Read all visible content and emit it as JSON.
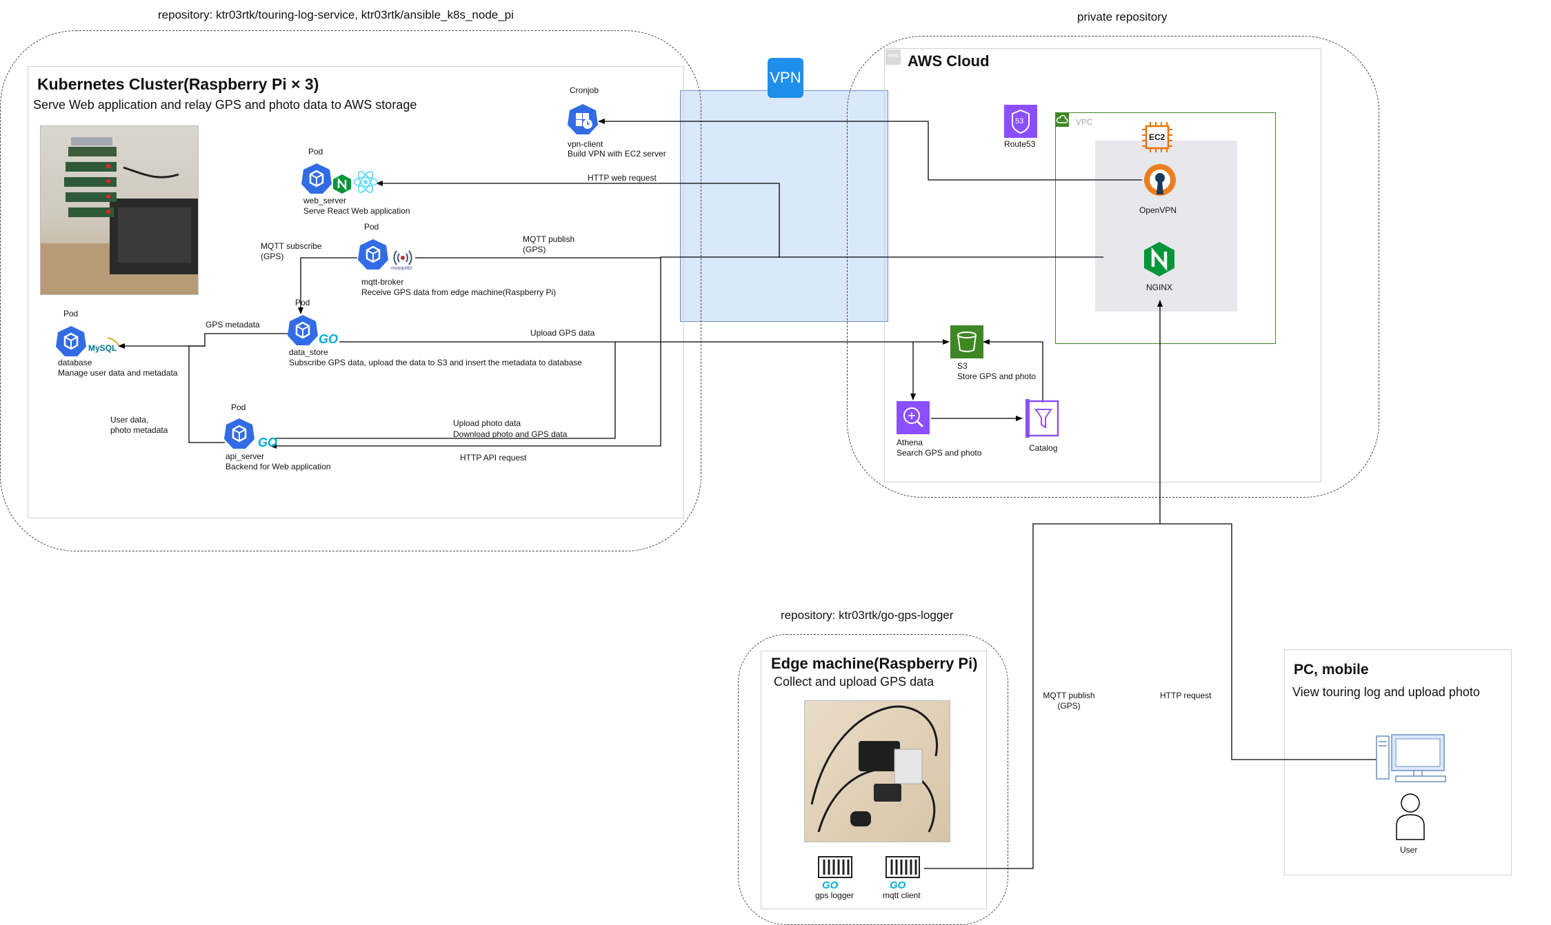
{
  "repos": {
    "k8s": "repository:  ktr03rtk/touring-log-service, ktr03rtk/ansible_k8s_node_pi",
    "aws": "private repository",
    "edge": "repository:  ktr03rtk/go-gps-logger"
  },
  "cluster": {
    "title": "Kubernetes Cluster(Raspberry Pi × 3)",
    "subtitle": "Serve Web application and relay GPS and photo data to AWS storage"
  },
  "vpn": {
    "label": "VPN"
  },
  "nodes": {
    "cronjob": {
      "caption": "Cronjob",
      "name": "vpn-client",
      "desc": "Build VPN with EC2 server"
    },
    "web_server": {
      "caption": "Pod",
      "name": "web_server",
      "desc": "Serve React Web application"
    },
    "mqtt_broker": {
      "caption": "Pod",
      "name": "mqtt-broker",
      "desc": "Receive GPS data from edge machine(Raspberry Pi)",
      "logo": "mosquitto"
    },
    "data_store": {
      "caption": "Pod",
      "name": "data_store",
      "desc": "Subscribe  GPS data, upload the data to S3 and insert the metadata to database"
    },
    "database": {
      "caption": "Pod",
      "name": "database",
      "desc": "Manage user data and metadata",
      "logo": "MySQL"
    },
    "api_server": {
      "caption": "Pod",
      "name": "api_server",
      "desc": "Backend for Web application"
    }
  },
  "go_logo": "GO",
  "edges": {
    "http_web": "HTTP web request",
    "mqtt_sub_1": "MQTT subscribe",
    "mqtt_sub_2": "(GPS)",
    "mqtt_pub_1": "MQTT publish",
    "mqtt_pub_2": "(GPS)",
    "gps_meta": "GPS metadata",
    "upload_gps": "Upload GPS data",
    "user_data_1": "User data,",
    "user_data_2": "photo metadata",
    "upload_photo": "Upload photo data",
    "download_photo": "Download photo and GPS data",
    "http_api": "HTTP API request",
    "mqtt_pub_edge_1": "MQTT publish",
    "mqtt_pub_edge_2": "(GPS)",
    "http_request": "HTTP request"
  },
  "aws": {
    "title": "AWS Cloud",
    "badge": "aws",
    "route53": "Route53",
    "route53_badge": "53",
    "vpc": "VPC",
    "ec2": "EC2",
    "openvpn": "OpenVPN",
    "nginx": "NGINX",
    "s3": "S3",
    "s3_desc": "Store GPS and photo",
    "athena": "Athena",
    "athena_desc": "Search GPS and photo",
    "catalog": "Catalog"
  },
  "edge": {
    "title": "Edge machine(Raspberry Pi)",
    "subtitle": "Collect and upload GPS data",
    "gps_logger": "gps logger",
    "mqtt_client": "mqtt client"
  },
  "client": {
    "title": "PC, mobile",
    "subtitle": "View touring log and upload photo",
    "user": "User"
  },
  "colors": {
    "k8s_blue": "#326CE5",
    "vpn_blue": "#1E8FEB",
    "vpn_band": "#DAE8FC",
    "aws_purple": "#8C4FFF",
    "s3_green": "#3F8624",
    "ec2_orange": "#ED7100",
    "vpc_green": "#3F8624",
    "nginx_green": "#009639",
    "openvpn_orange": "#EA7E20",
    "go_cyan": "#00ADD8"
  }
}
